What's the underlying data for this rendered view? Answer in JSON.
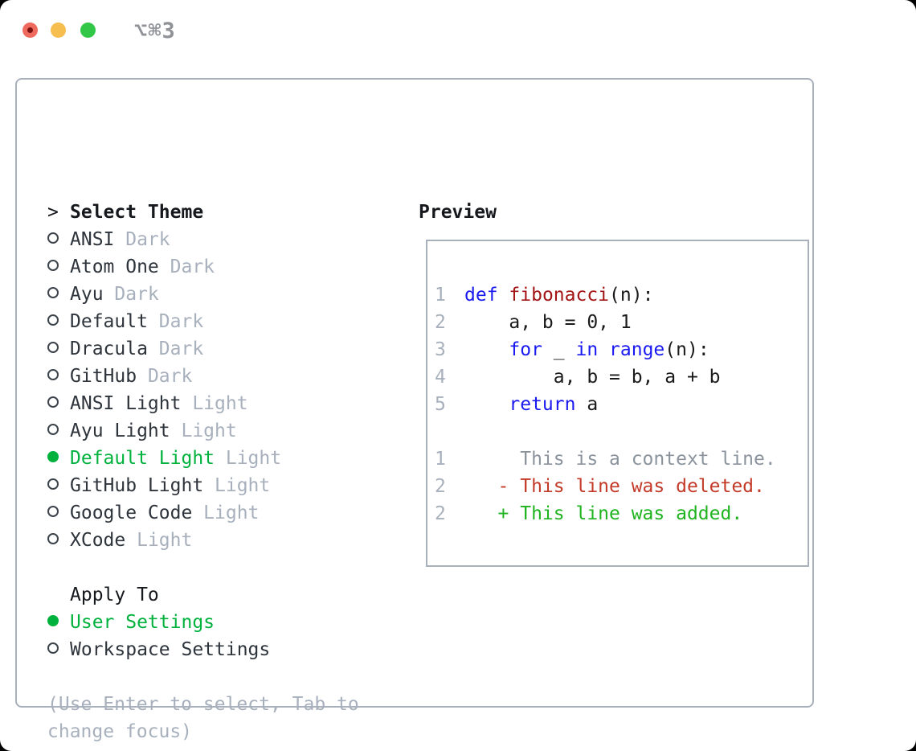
{
  "window": {
    "shortcut": "⌥⌘3"
  },
  "colors": {
    "accent_green": "#00b23d",
    "keyword_blue": "#1a1af0",
    "function_red": "#a31515",
    "deleted_red": "#c43a28",
    "added_green": "#1fb41f",
    "muted_gray": "#a7b0bc",
    "context_gray": "#8b939c",
    "text_dark": "#2e343b",
    "title_black": "#15181c",
    "border_gray": "#a8b0bc",
    "traffic_red": "#ee6a5e",
    "traffic_red_dot": "#7c1010",
    "traffic_yellow": "#f6be4f",
    "traffic_green": "#33c748",
    "shortcut_gray": "#8f9296"
  },
  "theme_panel": {
    "prompt": ">",
    "title": "Select Theme",
    "themes": [
      {
        "name": "ANSI",
        "variant": "Dark",
        "selected": false
      },
      {
        "name": "Atom One",
        "variant": "Dark",
        "selected": false
      },
      {
        "name": "Ayu",
        "variant": "Dark",
        "selected": false
      },
      {
        "name": "Default",
        "variant": "Dark",
        "selected": false
      },
      {
        "name": "Dracula",
        "variant": "Dark",
        "selected": false
      },
      {
        "name": "GitHub",
        "variant": "Dark",
        "selected": false
      },
      {
        "name": "ANSI Light",
        "variant": "Light",
        "selected": false
      },
      {
        "name": "Ayu Light",
        "variant": "Light",
        "selected": false
      },
      {
        "name": "Default Light",
        "variant": "Light",
        "selected": true
      },
      {
        "name": "GitHub Light",
        "variant": "Light",
        "selected": false
      },
      {
        "name": "Google Code",
        "variant": "Light",
        "selected": false
      },
      {
        "name": "XCode",
        "variant": "Light",
        "selected": false
      }
    ],
    "apply_to": {
      "title": "Apply To",
      "options": [
        {
          "label": "User Settings",
          "selected": true
        },
        {
          "label": "Workspace Settings",
          "selected": false
        }
      ]
    },
    "hint_lines": [
      "(Use Enter to select, Tab to",
      "change focus)"
    ]
  },
  "preview": {
    "title": "Preview",
    "code_lines": [
      {
        "num": "1",
        "tokens": [
          [
            "kw",
            "def"
          ],
          [
            "pl",
            " "
          ],
          [
            "fn",
            "fibonacci"
          ],
          [
            "pl",
            "(n):"
          ]
        ]
      },
      {
        "num": "2",
        "tokens": [
          [
            "pl",
            "    a, b = 0, 1"
          ]
        ]
      },
      {
        "num": "3",
        "tokens": [
          [
            "pl",
            "    "
          ],
          [
            "kw",
            "for"
          ],
          [
            "pl",
            " _ "
          ],
          [
            "kw",
            "in"
          ],
          [
            "pl",
            " "
          ],
          [
            "kw",
            "range"
          ],
          [
            "pl",
            "(n):"
          ]
        ]
      },
      {
        "num": "4",
        "tokens": [
          [
            "pl",
            "        a, b = b, a + b"
          ]
        ]
      },
      {
        "num": "5",
        "tokens": [
          [
            "pl",
            "    "
          ],
          [
            "kw",
            "return"
          ],
          [
            "pl",
            " a"
          ]
        ]
      }
    ],
    "diff_lines": [
      {
        "num": "1",
        "type": "ctx",
        "text": "     This is a context line."
      },
      {
        "num": "2",
        "type": "del",
        "text": "   - This line was deleted."
      },
      {
        "num": "2",
        "type": "add",
        "text": "   + This line was added."
      }
    ]
  }
}
